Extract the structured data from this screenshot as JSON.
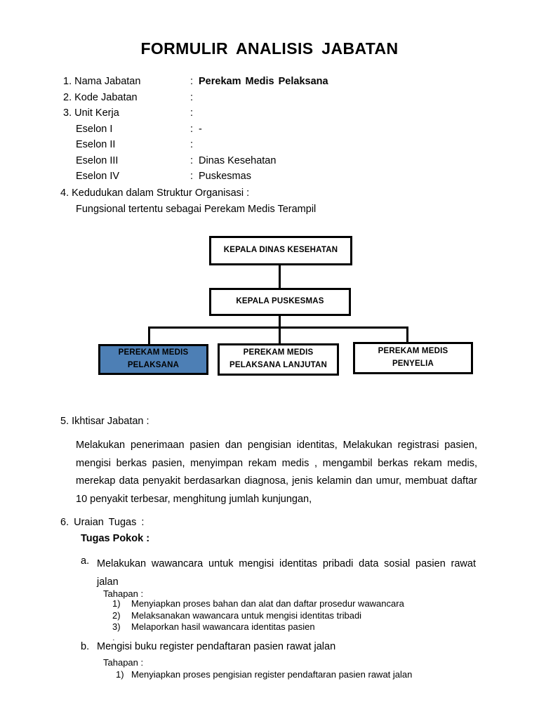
{
  "document": {
    "title": "FORMULIR  ANALISIS  JABATAN"
  },
  "fields": [
    {
      "label": "1. Nama Jabatan",
      "colon": ":",
      "value": "Perekam  Medis Pelaksana",
      "bold": true,
      "indent": false
    },
    {
      "label": "2. Kode Jabatan",
      "colon": ":",
      "value": "",
      "bold": false,
      "indent": false
    },
    {
      "label": "3. Unit Kerja",
      "colon": ":",
      "value": "",
      "bold": false,
      "indent": false
    },
    {
      "label": "Eselon I",
      "colon": ":",
      "value": "-",
      "bold": false,
      "indent": true
    },
    {
      "label": "Eselon II",
      "colon": ":",
      "value": "",
      "bold": false,
      "indent": true
    },
    {
      "label": "Eselon  III",
      "colon": ":",
      "value": "Dinas Kesehatan",
      "bold": false,
      "indent": true
    },
    {
      "label": "Eselon IV",
      "colon": ":",
      "value": "Puskesmas",
      "bold": false,
      "indent": true
    }
  ],
  "section4": {
    "heading": "4. Kedudukan dalam Struktur Organisasi :",
    "subtext": "Fungsional tertentu  sebagai Perekam Medis Terampil"
  },
  "org_chart": {
    "highlight_color": "#4d7fb5",
    "border_color": "#000000",
    "boxes": {
      "kepala_dinas": {
        "line1": "KEPALA DINAS KESEHATAN",
        "line2": ""
      },
      "kepala_puskesmas": {
        "line1": "KEPALA  PUSKESMAS",
        "line2": ""
      },
      "perekam_pelaksana": {
        "line1": "PEREKAM MEDIS",
        "line2": "PELAKSANA",
        "highlighted": true
      },
      "perekam_lanjutan": {
        "line1": "PEREKAM MEDIS",
        "line2": "PELAKSANA LANJUTAN",
        "highlighted": false
      },
      "perekam_penyelia": {
        "line1": "PEREKAM MEDIS",
        "line2": "PENYELIA",
        "highlighted": false
      }
    }
  },
  "section5": {
    "heading": "5.  Ikhtisar Jabatan  :",
    "body": "Melakukan penerimaan pasien dan pengisian identitas, Melakukan registrasi pasien, mengisi berkas pasien, menyimpan rekam medis , mengambil berkas rekam medis, merekap data penyakit berdasarkan diagnosa, jenis kelamin dan umur, membuat daftar 10 penyakit terbesar, menghitung jumlah kunjungan,"
  },
  "section6": {
    "heading": "6.   Uraian Tugas      :",
    "subheading": "Tugas Pokok :",
    "tasks": [
      {
        "marker": "a.",
        "text": "Melakukan wawancara untuk mengisi identitas pribadi data sosial pasien rawat jalan",
        "tahapan_label": "Tahapan :",
        "steps": [
          {
            "num": "1)",
            "text": "Menyiapkan proses bahan dan alat dan daftar prosedur wawancara"
          },
          {
            "num": "2)",
            "text": "Melaksanakan wawancara untuk mengisi identitas tribadi"
          },
          {
            "num": "3)",
            "text": "Melaporkan hasil wawancara identitas pasien"
          }
        ],
        "stray_mark": "."
      },
      {
        "marker": "b.",
        "text": "Mengisi buku register pendaftaran pasien rawat jalan",
        "tahapan_label": "Tahapan :",
        "steps": [
          {
            "num": "1)",
            "text": "Menyiapkan proses pengisian register pendaftaran pasien rawat jalan"
          }
        ]
      }
    ]
  }
}
